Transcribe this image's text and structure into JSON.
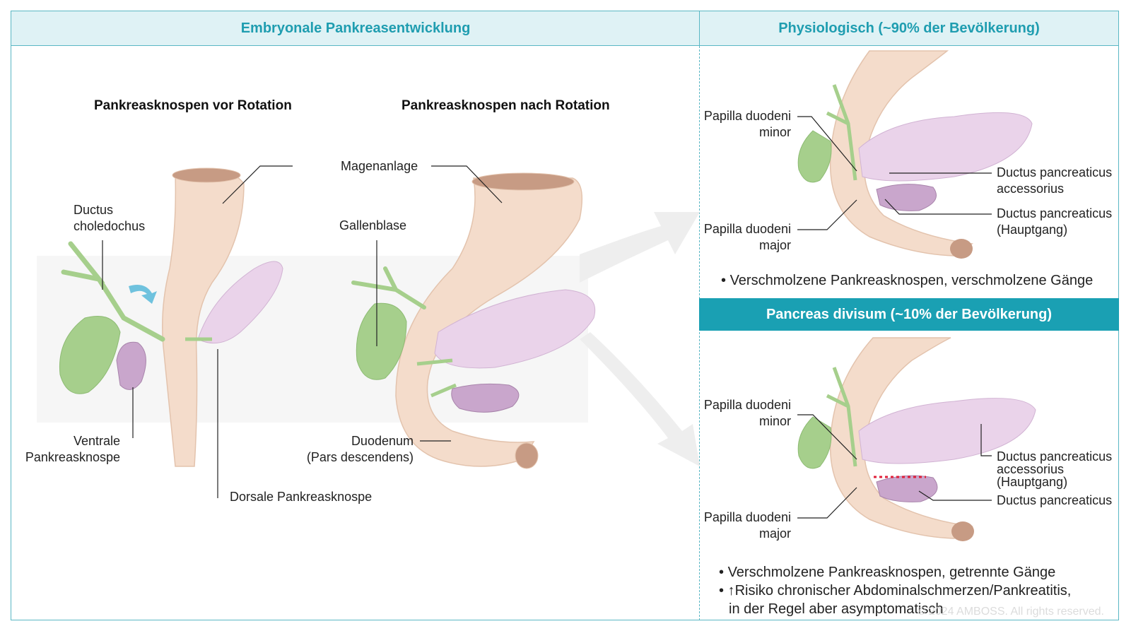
{
  "headers": {
    "left": "Embryonale Pankreasentwicklung",
    "right_top": "Physiologisch (~90% der Bevölkerung)",
    "right_bottom": "Pancreas divisum (~10% der Bevölkerung)"
  },
  "left_panel": {
    "before_title": "Pankreasknospen vor Rotation",
    "after_title": "Pankreasknospen nach Rotation",
    "labels": {
      "ductus_1": "Ductus",
      "ductus_2": "choledochus",
      "ventrale_1": "Ventrale",
      "ventrale_2": "Pankreasknospe",
      "dorsale": "Dorsale Pankreasknospe",
      "magenanlage": "Magenanlage",
      "gallenblase": "Gallenblase",
      "duodenum_1": "Duodenum",
      "duodenum_2": "(Pars descendens)"
    }
  },
  "physiologic": {
    "papilla_minor_1": "Papilla duodeni",
    "papilla_minor_2": "minor",
    "papilla_major_1": "Papilla duodeni",
    "papilla_major_2": "major",
    "accessorius_1": "Ductus pancreaticus",
    "accessorius_2": "accessorius",
    "main_1": "Ductus pancreaticus",
    "main_2": "(Hauptgang)",
    "bullet": "Verschmolzene Pankreasknospen, verschmolzene Gänge"
  },
  "divisum": {
    "papilla_minor_1": "Papilla duodeni",
    "papilla_minor_2": "minor",
    "papilla_major_1": "Papilla duodeni",
    "papilla_major_2": "major",
    "accessorius_1": "Ductus pancreaticus",
    "accessorius_2": "accessorius",
    "accessorius_3": "(Hauptgang)",
    "main": "Ductus pancreaticus",
    "bullet_1": "Verschmolzene Pankreasknospen, getrennte Gänge",
    "bullet_2_line1": "↑Risiko chronischer Abdominalschmerzen/Pankreatitis,",
    "bullet_2_line2": "in der Regel aber asymptomatisch"
  },
  "copyright": "© 2024 AMBOSS. All rights reserved.",
  "colors": {
    "accent": "#1aa0b3",
    "header_bg": "#dff2f5",
    "duodenum": "#f4dccb",
    "pancreas": "#ead3ea",
    "gallbladder": "#a6cf8c"
  }
}
